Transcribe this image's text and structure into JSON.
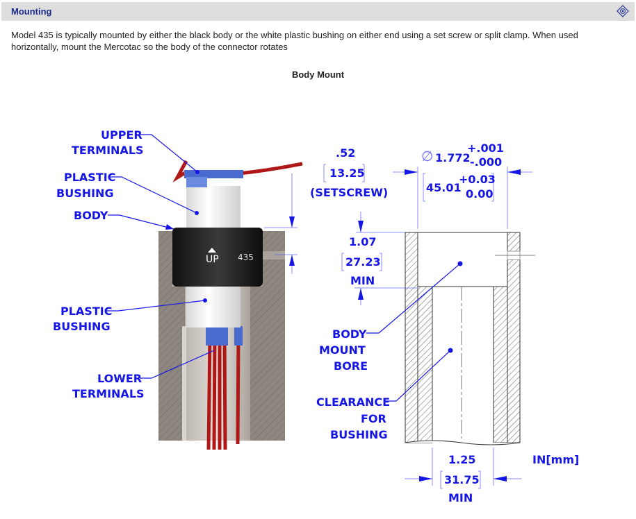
{
  "header": {
    "title": "Mounting",
    "icon": "collapse-diamond-icon"
  },
  "description": "Model 435 is typically mounted by either the black body or the white plastic bushing on either end using a set screw or split clamp. When used horizontally, mount the Mercotac so the body of the connector rotates",
  "figure": {
    "title": "Body Mount",
    "labels": {
      "upper_terminals": [
        "UPPER",
        "TERMINALS"
      ],
      "plastic_bushing_top": [
        "PLASTIC",
        "BUSHING"
      ],
      "body": "BODY",
      "plastic_bushing_bottom": [
        "PLASTIC",
        "BUSHING"
      ],
      "lower_terminals": [
        "LOWER",
        "TERMINALS"
      ],
      "body_mount_bore": [
        "BODY",
        "MOUNT",
        "BORE"
      ],
      "clearance": [
        "CLEARANCE",
        "FOR",
        "BUSHING"
      ],
      "units": "IN[mm]",
      "part_up": "UP",
      "part_number": "435"
    },
    "dimensions": {
      "setscrew": {
        "in": ".52",
        "mm": "13.25",
        "note": "(SETSCREW)"
      },
      "depth": {
        "in": "1.07",
        "mm": "27.23",
        "note": "MIN"
      },
      "diameter": {
        "symbol": "∅",
        "in": "1.772",
        "tol_plus": "+.001",
        "tol_minus": "-.000",
        "mm": "45.01",
        "mm_plus": "+0.03",
        "mm_minus": "0.00"
      },
      "clearance": {
        "in": "1.25",
        "mm": "31.75",
        "note": "MIN"
      }
    }
  }
}
